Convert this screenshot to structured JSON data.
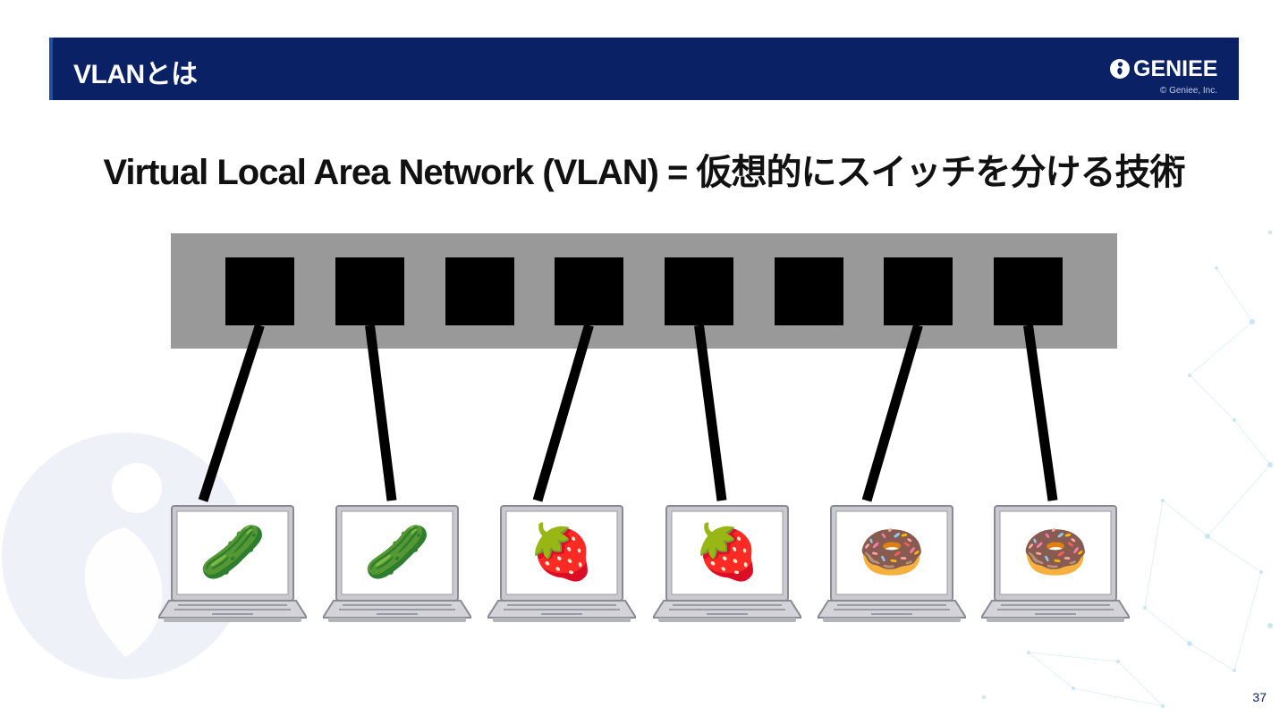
{
  "header": {
    "title": "VLANとは",
    "logo_text": "GENIEE",
    "copyright": "© Geniee, Inc."
  },
  "subtitle": "Virtual Local Area Network (VLAN) = 仮想的にスイッチを分ける技術",
  "diagram": {
    "switch_ports": 8,
    "laptops": [
      {
        "screen_icon": "cucumber-icon",
        "glyph": "🥒"
      },
      {
        "screen_icon": "cucumber-icon",
        "glyph": "🥒"
      },
      {
        "screen_icon": "strawberry-icon",
        "glyph": "🍓"
      },
      {
        "screen_icon": "strawberry-icon",
        "glyph": "🍓"
      },
      {
        "screen_icon": "donut-icon",
        "glyph": "🍩"
      },
      {
        "screen_icon": "donut-icon",
        "glyph": "🍩"
      }
    ],
    "connections": [
      {
        "port": 1,
        "laptop": 1
      },
      {
        "port": 2,
        "laptop": 2
      },
      {
        "port": 4,
        "laptop": 3
      },
      {
        "port": 5,
        "laptop": 4
      },
      {
        "port": 7,
        "laptop": 5
      },
      {
        "port": 8,
        "laptop": 6
      }
    ]
  },
  "page_number": "37",
  "colors": {
    "header_bg": "#0a2166",
    "switch_body": "#999999",
    "port": "#000000"
  }
}
